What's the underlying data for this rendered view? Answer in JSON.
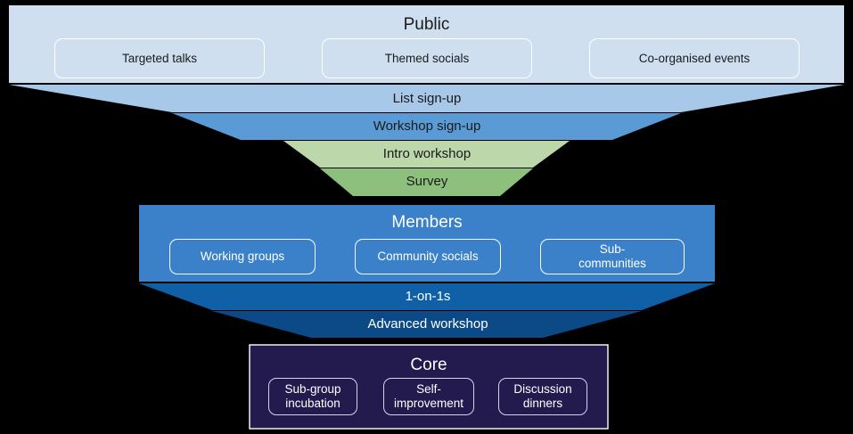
{
  "diagram": {
    "type": "community-engagement-funnel",
    "background": "#000000",
    "stages": [
      {
        "id": "public",
        "title": "Public",
        "fill": "#cfdff0",
        "text_color": "#1a1a1a",
        "chips": [
          {
            "label": "Targeted talks"
          },
          {
            "label": "Themed socials"
          },
          {
            "label": "Co-organised events"
          }
        ]
      },
      {
        "id": "members",
        "title": "Members",
        "fill": "#3b81c9",
        "text_color": "#ffffff",
        "chips": [
          {
            "label": "Working groups"
          },
          {
            "label": "Community socials"
          },
          {
            "label": "Sub-\ncommunities"
          }
        ]
      },
      {
        "id": "core",
        "title": "Core",
        "fill": "#231a4d",
        "text_color": "#ffffff",
        "chips": [
          {
            "label": "Sub-group\nincubation"
          },
          {
            "label": "Self-\nimprovement"
          },
          {
            "label": "Discussion\ndinners"
          }
        ]
      }
    ],
    "funnel_upper": {
      "bands": [
        {
          "label": "List sign-up",
          "fill": "#a8c8ea",
          "text_color": "#1a1a1a"
        },
        {
          "label": "Workshop sign-up",
          "fill": "#5a9bd5",
          "text_color": "#1a1a1a"
        },
        {
          "label": "Intro workshop",
          "fill": "#bcd8ab",
          "text_color": "#1a1a1a"
        },
        {
          "label": "Survey",
          "fill": "#8dc07c",
          "text_color": "#1a1a1a"
        }
      ]
    },
    "funnel_lower": {
      "bands": [
        {
          "label": "1-on-1s",
          "fill": "#1060a8",
          "text_color": "#ffffff"
        },
        {
          "label": "Advanced workshop",
          "fill": "#0b4a86",
          "text_color": "#ffffff"
        }
      ]
    },
    "chip_labels": {
      "targeted_talks": "Targeted talks",
      "themed_socials": "Themed socials",
      "co_organised_events": "Co-organised events",
      "working_groups": "Working groups",
      "community_socials": "Community socials",
      "sub_communities_line1": "Sub-",
      "sub_communities_line2": "communities",
      "sub_group_line1": "Sub-group",
      "sub_group_line2": "incubation",
      "self_improvement_line1": "Self-",
      "self_improvement_line2": "improvement",
      "discussion_dinners_line1": "Discussion",
      "discussion_dinners_line2": "dinners"
    }
  }
}
